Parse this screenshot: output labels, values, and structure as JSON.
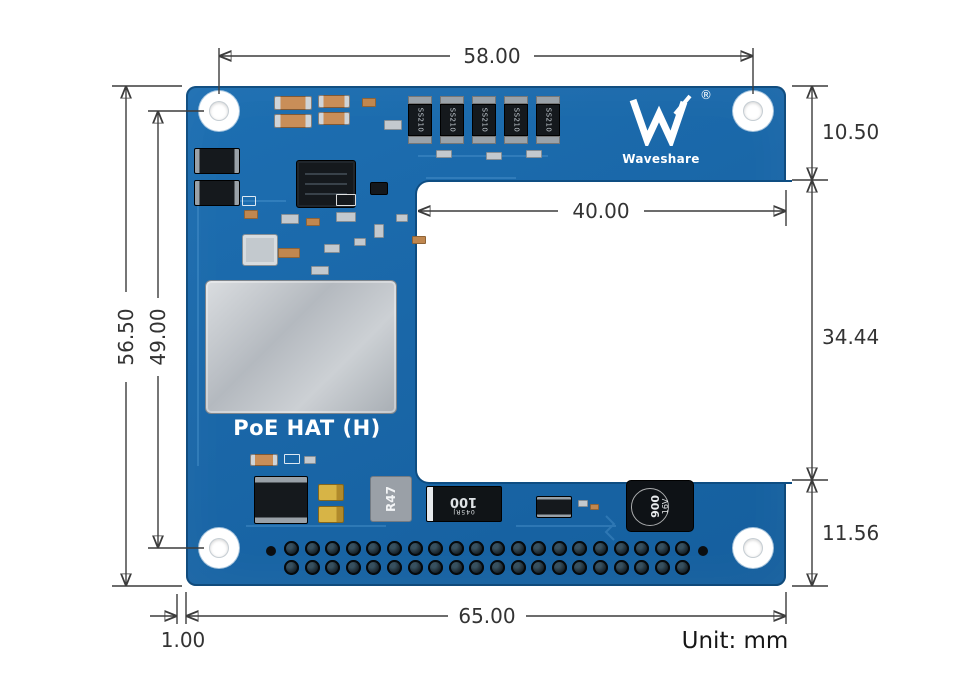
{
  "board": {
    "name_label": "PoE HAT (H)",
    "brand": "Waveshare",
    "registered_mark": "®",
    "pcb_color": "#1a67a8"
  },
  "components": {
    "ss210_label": "SS210",
    "r47_label": "R47",
    "diode_label": "100",
    "diode_sub_label": "045RJ",
    "cap_label_value": "900",
    "cap_label_voltage": "16V"
  },
  "dimensions": {
    "top_width": "58.00",
    "right_top": "10.50",
    "notch_width": "40.00",
    "left_outer": "56.50",
    "left_inner": "49.00",
    "right_mid": "34.44",
    "right_bottom": "11.56",
    "bottom_width": "65.00",
    "bottom_left": "1.00",
    "unit": "Unit: mm"
  },
  "gpio": {
    "rows": 2,
    "cols": 20
  }
}
